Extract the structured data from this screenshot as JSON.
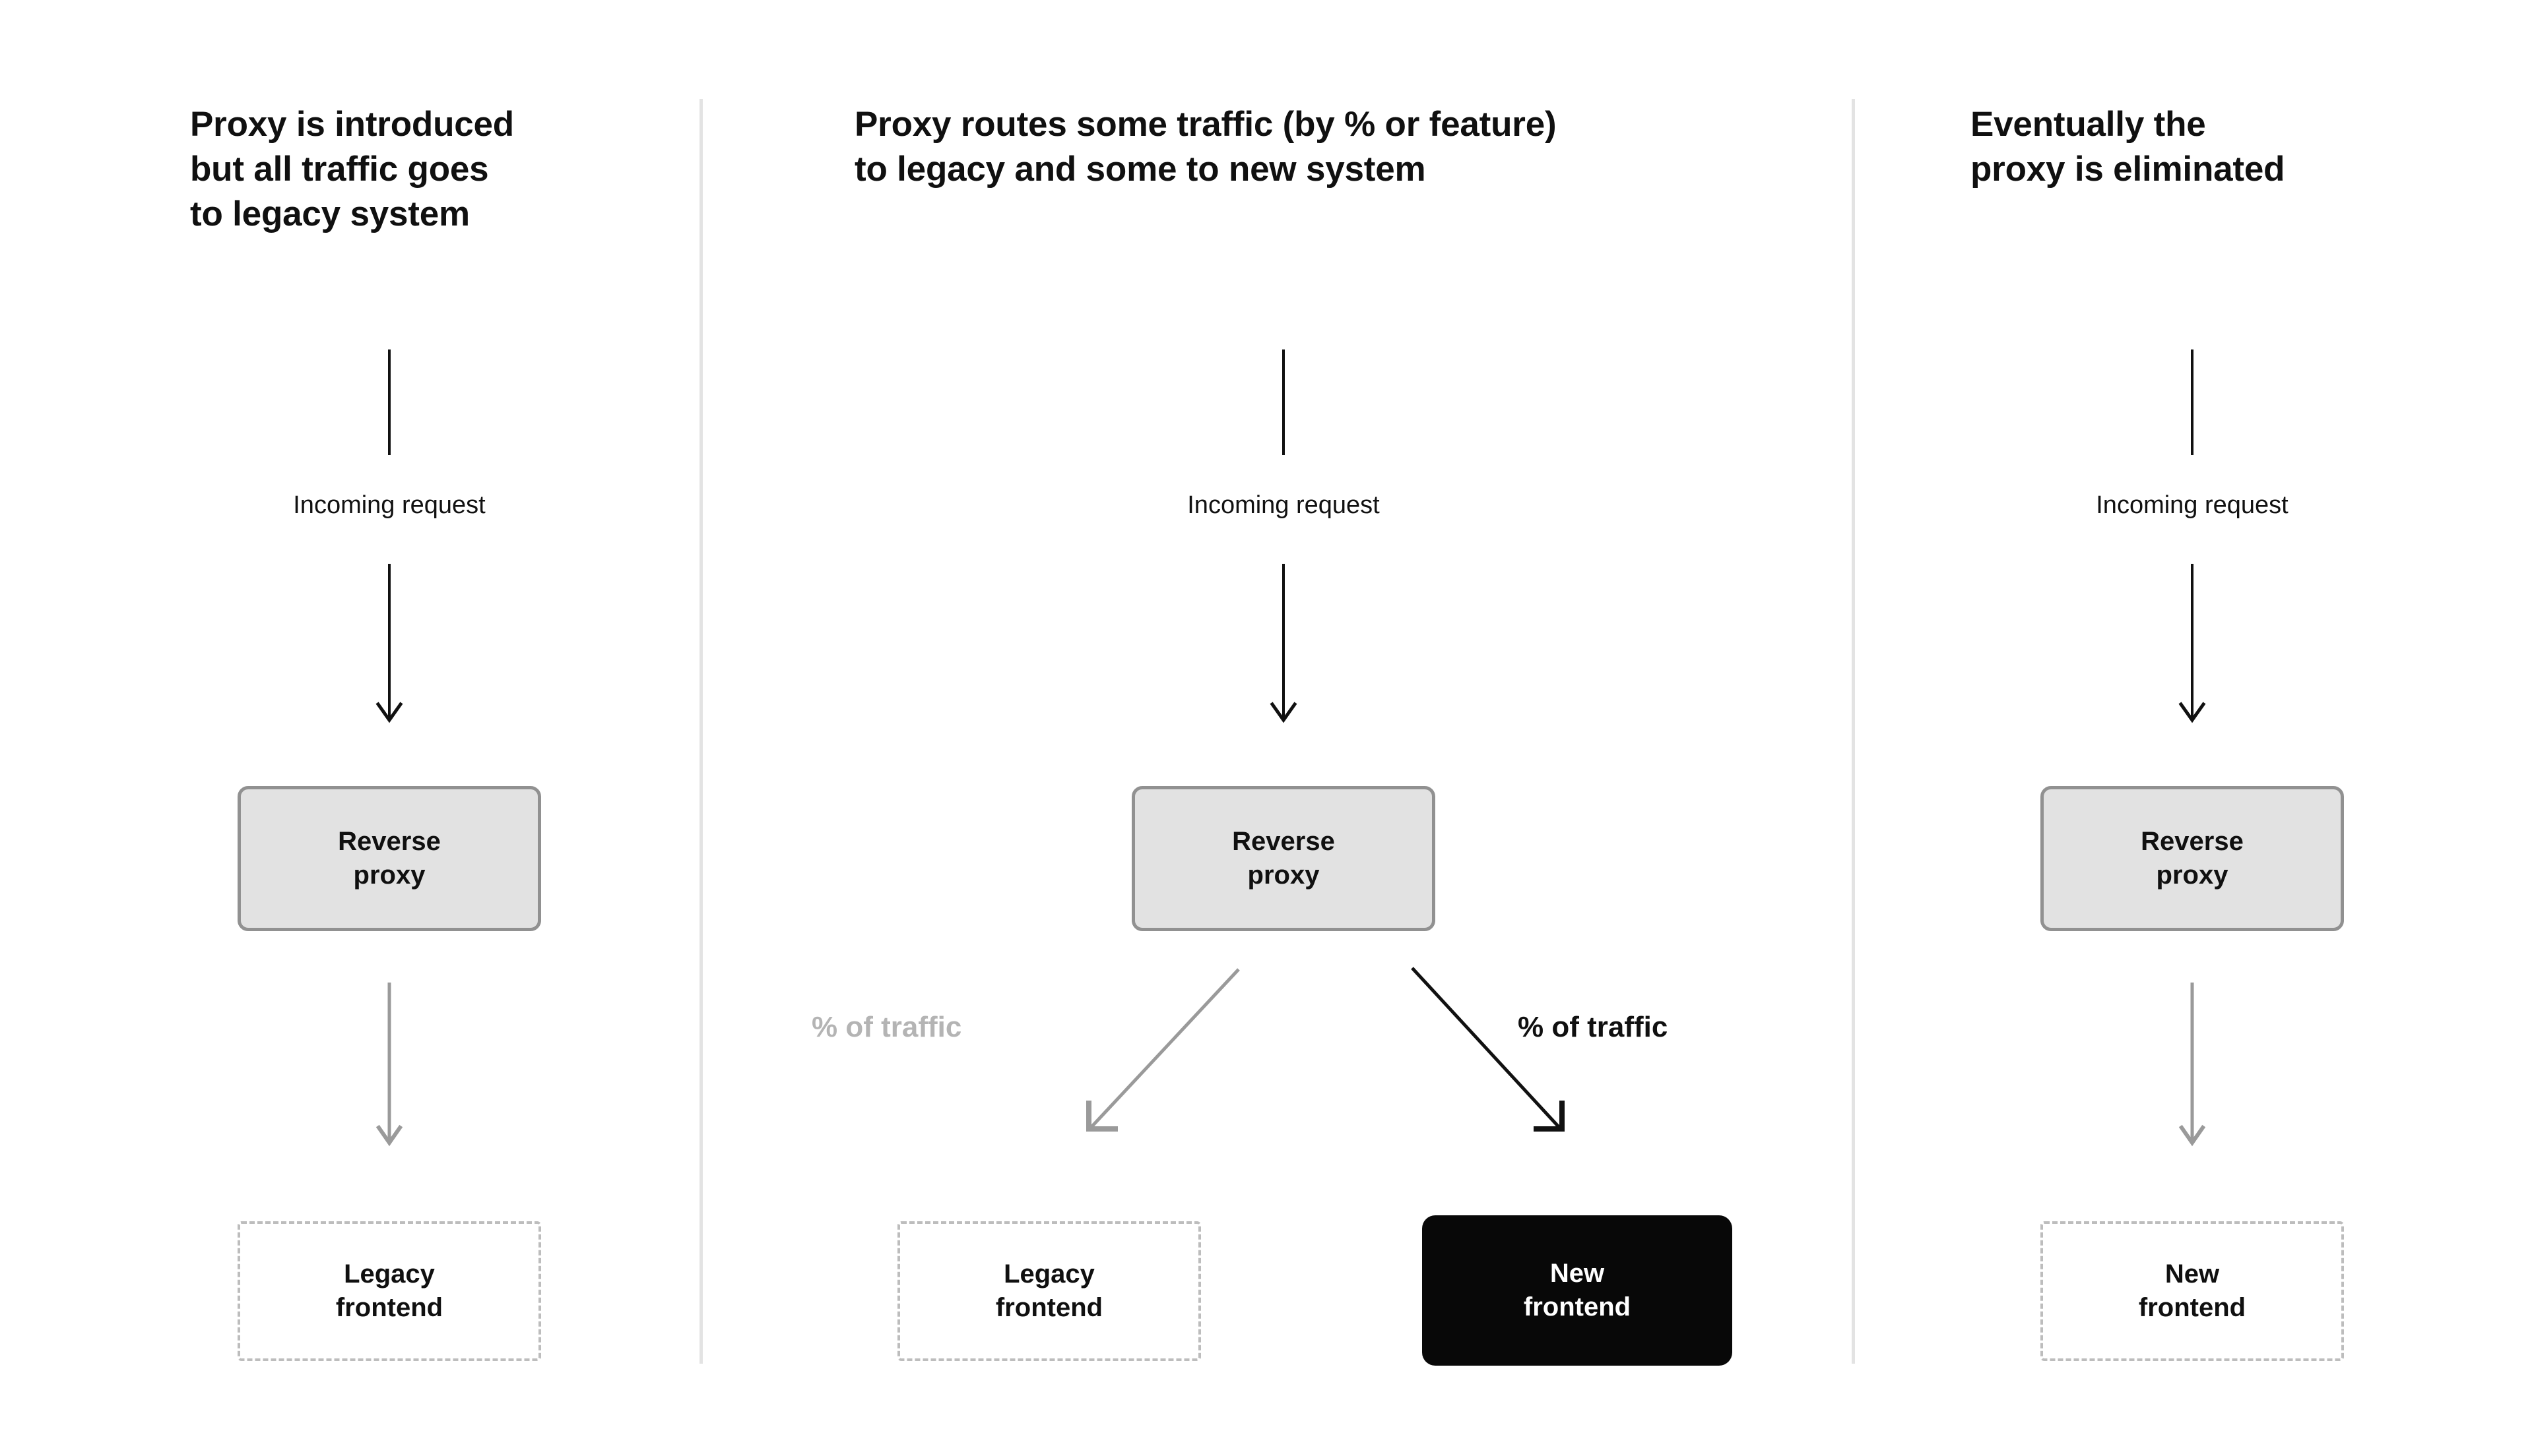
{
  "colors": {
    "background": "#ffffff",
    "text": "#101010",
    "divider": "#e3e3e3",
    "proxy_fill": "#e2e2e2",
    "proxy_border": "#919191",
    "dashed_border": "#bdbdbd",
    "dark_fill": "#080808",
    "dark_text": "#ffffff",
    "muted_gray": "#b4b4b4",
    "arrow_dark": "#111111",
    "arrow_gray": "#9a9a9a"
  },
  "columns": [
    {
      "id": "stage-1",
      "heading": "Proxy is introduced\nbut all traffic goes\nto legacy system",
      "incoming_label": "Incoming request",
      "proxy_label": "Reverse\nproxy",
      "target_label": "Legacy\nfrontend"
    },
    {
      "id": "stage-2",
      "heading": "Proxy routes some traffic (by % or feature)\nto legacy and some to new system",
      "incoming_label": "Incoming request",
      "proxy_label": "Reverse\nproxy",
      "branch_left_label": "% of traffic",
      "branch_right_label": "% of traffic",
      "target_left_label": "Legacy\nfrontend",
      "target_right_label": "New\nfrontend"
    },
    {
      "id": "stage-3",
      "heading": "Eventually the\nproxy is eliminated",
      "incoming_label": "Incoming request",
      "proxy_label": "Reverse\nproxy",
      "target_label": "New\nfrontend"
    }
  ]
}
